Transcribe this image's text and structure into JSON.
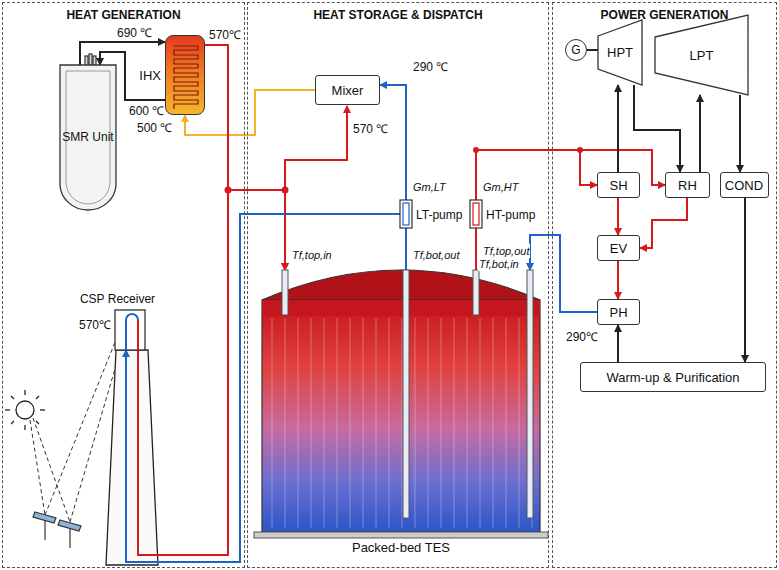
{
  "diagram": {
    "nodes": [
      {
        "text": [
          "HEAT GENERATION"
        ]
      },
      {
        "text": [
          "HEAT STORAGE & DISPATCH"
        ]
      },
      {
        "text": [
          "POWER GENERATION"
        ]
      },
      {
        "text": [
          "SMR Unit"
        ],
        "in": 0
      },
      {
        "text": [
          "IHX"
        ],
        "in": 0
      },
      {
        "text": [
          "CSP Receiver"
        ],
        "in": 0
      },
      {
        "text": [
          "Mixer"
        ],
        "in": 1
      },
      {
        "text": [
          "LT-pump"
        ],
        "in": 1
      },
      {
        "text": [
          "HT-pump"
        ],
        "in": 1
      },
      {
        "text": [
          "Packed-bed TES"
        ],
        "in": 1
      },
      {
        "text": [
          "G"
        ],
        "in": 2
      },
      {
        "text": [
          "HPT"
        ],
        "in": 2
      },
      {
        "text": [
          "LPT"
        ],
        "in": 2
      },
      {
        "text": [
          "SH"
        ],
        "in": 2
      },
      {
        "text": [
          "RH"
        ],
        "in": 2
      },
      {
        "text": [
          "COND"
        ],
        "in": 2
      },
      {
        "text": [
          "EV"
        ],
        "in": 2
      },
      {
        "text": [
          "PH"
        ],
        "in": 2
      },
      {
        "text": [
          "Warm-up & Purification"
        ],
        "in": 2
      }
    ],
    "edges": [
      {
        "from": 3,
        "to": 4,
        "arrow": "to"
      },
      {
        "from": 4,
        "to": 3,
        "arrow": "to"
      },
      {
        "from": 6,
        "to": 4,
        "arrow": "to"
      },
      {
        "from": 4,
        "to": 9,
        "arrow": "to"
      },
      {
        "from": 5,
        "to": 9,
        "arrow": "to"
      },
      {
        "from": 7,
        "to": 6,
        "arrow": "to"
      },
      {
        "from": 7,
        "to": 5,
        "arrow": "to"
      },
      {
        "from": 8,
        "to": 13,
        "arrow": "to"
      },
      {
        "from": 8,
        "to": 14,
        "arrow": "to"
      },
      {
        "from": 13,
        "to": 16,
        "arrow": "to"
      },
      {
        "from": 14,
        "to": 16,
        "arrow": "to"
      },
      {
        "from": 16,
        "to": 17,
        "arrow": "to"
      },
      {
        "from": 17,
        "to": 9,
        "arrow": "to"
      },
      {
        "from": 13,
        "to": 11,
        "arrow": "to"
      },
      {
        "from": 10,
        "to": 11,
        "arrow": "none"
      },
      {
        "from": 11,
        "to": 14,
        "arrow": "to"
      },
      {
        "from": 14,
        "to": 12,
        "arrow": "to"
      },
      {
        "from": 12,
        "to": 15,
        "arrow": "to"
      },
      {
        "from": 15,
        "to": 18,
        "arrow": "to"
      },
      {
        "from": 18,
        "to": 17,
        "arrow": "to"
      }
    ],
    "labels": [
      "570℃",
      "690 ℃",
      "600 ℃",
      "500 ℃",
      "570℃",
      "570 ℃",
      "290 ℃",
      "Gm,LT",
      "Gm,HT",
      "Tf,top,in",
      "Tf,bot,out",
      "Tf,top,out",
      "Tf,bot,in",
      "290℃"
    ]
  }
}
